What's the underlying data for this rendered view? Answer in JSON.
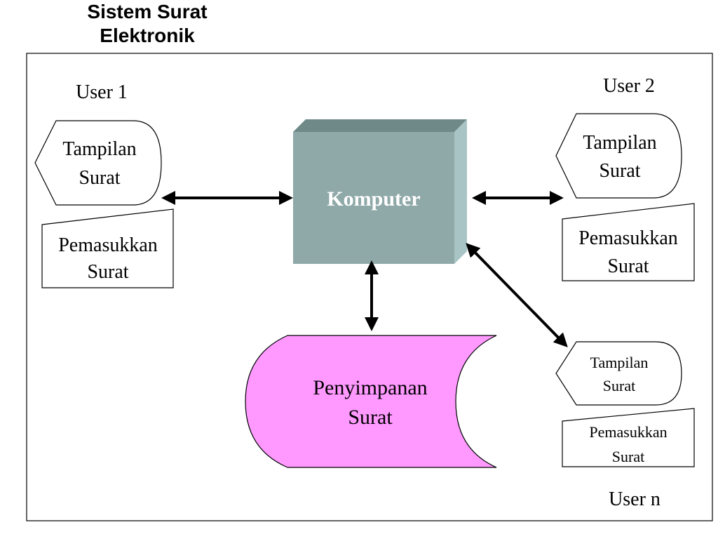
{
  "title": {
    "line1": "Sistem Surat",
    "line2": "Elektronik"
  },
  "users": {
    "user1": {
      "label": "User 1",
      "display": {
        "line1": "Tampilan",
        "line2": "Surat"
      },
      "input": {
        "line1": "Pemasukkan",
        "line2": "Surat"
      }
    },
    "user2": {
      "label": "User 2",
      "display": {
        "line1": "Tampilan",
        "line2": "Surat"
      },
      "input": {
        "line1": "Pemasukkan",
        "line2": "Surat"
      }
    },
    "userN": {
      "label": "User n",
      "display": {
        "line1": "Tampilan",
        "line2": "Surat"
      },
      "input": {
        "line1": "Pemasukkan",
        "line2": "Surat"
      }
    }
  },
  "computer": {
    "label": "Komputer"
  },
  "storage": {
    "line1": "Penyimpanan",
    "line2": "Surat"
  },
  "colors": {
    "computer_front": "#8fa8a8",
    "computer_top": "#6f8888",
    "computer_side": "#a9c4c4",
    "storage_fill": "#ff99ff"
  }
}
